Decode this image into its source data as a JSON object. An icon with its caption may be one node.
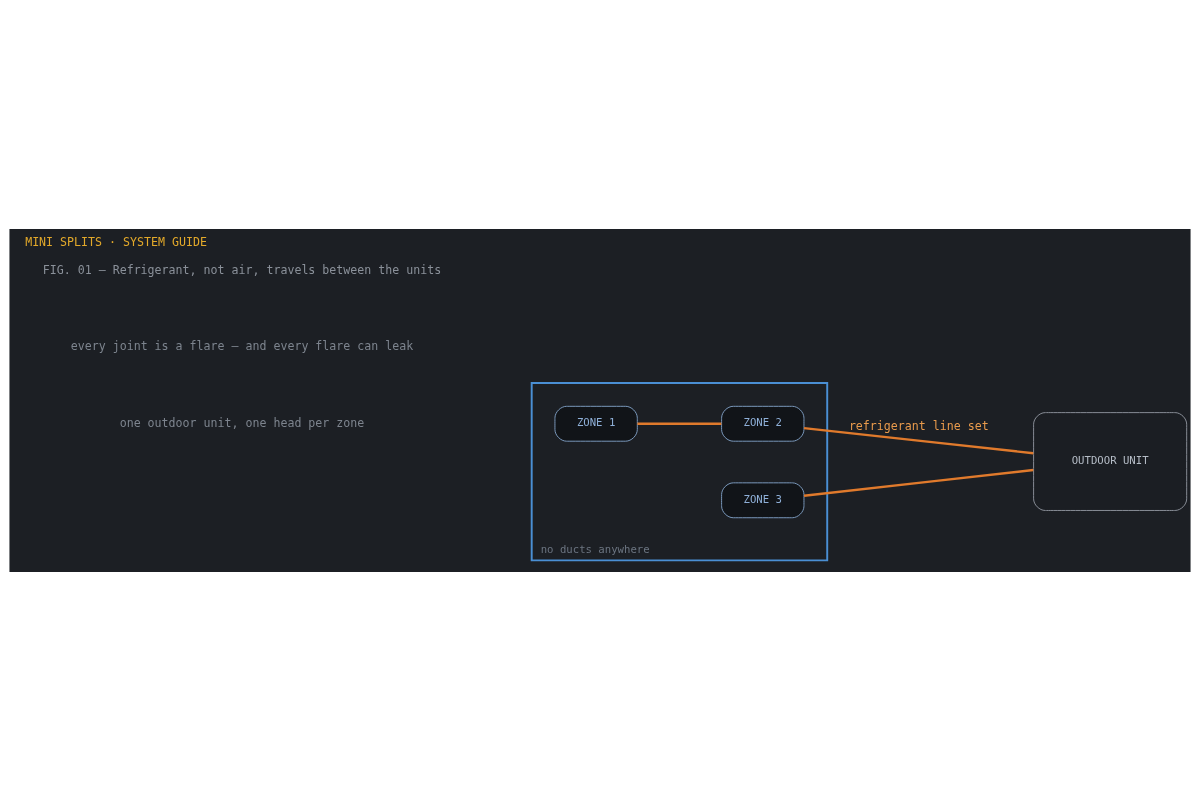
{
  "diagram": {
    "title": "MINI SPLITS · SYSTEM GUIDE",
    "caption": "FIG. 01 — Refrigerant, not air, travels between the units",
    "nodes": [
      {
        "text": [
          "no ducts anywhere"
        ]
      },
      {
        "text": [
          "ZONE 1"
        ],
        "in": 0
      },
      {
        "text": [
          "ZONE 2"
        ],
        "in": 0
      },
      {
        "text": [
          "ZONE 3"
        ],
        "in": 0
      },
      {
        "text": [
          "OUTDOOR UNIT"
        ]
      }
    ],
    "edges": [
      {
        "from": 1,
        "to": 2,
        "arrow": "none"
      },
      {
        "from": 2,
        "to": 4,
        "arrow": "none",
        "label": "refrigerant line set"
      },
      {
        "from": 3,
        "to": 4,
        "arrow": "none"
      }
    ],
    "labels": [
      "one outdoor unit, one head per zone",
      "every joint is a flare — and every flare can leak"
    ]
  }
}
